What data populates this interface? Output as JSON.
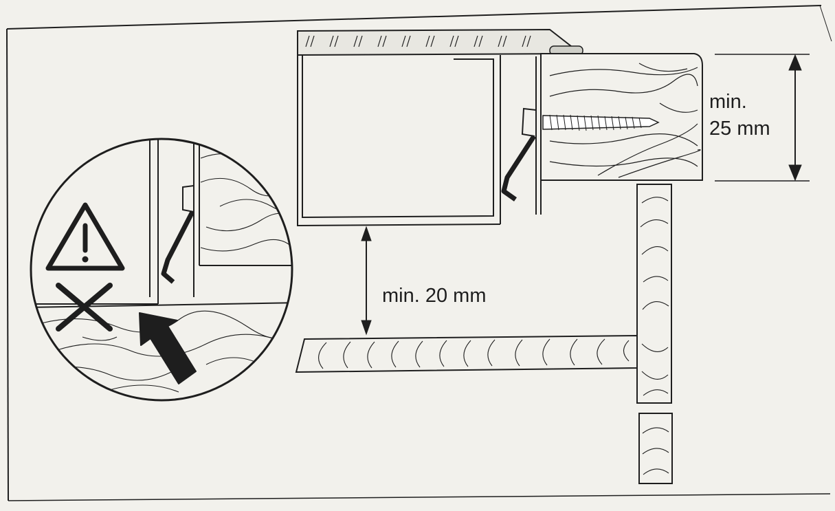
{
  "labels": {
    "depth_line1": "min.",
    "depth_line2": "25 mm",
    "gap": "min. 20 mm"
  },
  "icons": [
    "warning-triangle-icon",
    "cross-icon",
    "arrow-icon"
  ],
  "colors": {
    "ink": "#1e1e1e",
    "paper": "#f2f1ec"
  }
}
